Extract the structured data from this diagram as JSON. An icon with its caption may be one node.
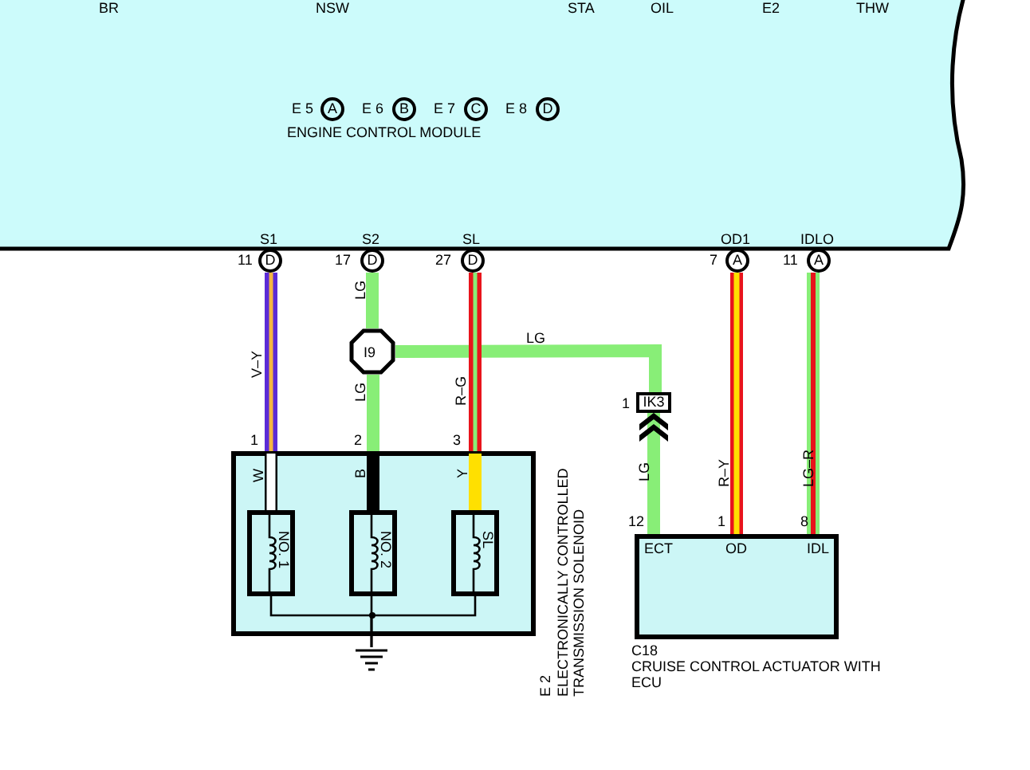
{
  "diagram": {
    "nodes": [
      {
        "text": [
          "E 5",
          "A",
          "E 6",
          "B",
          "E 7",
          "C",
          "E 8",
          "D",
          "ENGINE CONTROL MODULE",
          "S1",
          "S2",
          "SL",
          "OD1",
          "IDLO"
        ]
      },
      {
        "text": [
          "D"
        ],
        "beside": [
          "11"
        ]
      },
      {
        "text": [
          "D"
        ],
        "beside": [
          "17"
        ]
      },
      {
        "text": [
          "D"
        ],
        "beside": [
          "27"
        ]
      },
      {
        "text": [
          "A"
        ],
        "beside": [
          "7"
        ]
      },
      {
        "text": [
          "A"
        ],
        "beside": [
          "11"
        ]
      },
      {
        "text": [
          "I9"
        ]
      },
      {
        "text": [
          "IK3"
        ],
        "beside": [
          "1"
        ]
      },
      {
        "text": [
          "E 2",
          "ELECTRONICALLY CONTROLLED TRANSMISSION SOLENOID"
        ]
      },
      {
        "text": [
          "NO. 1"
        ],
        "in": 8
      },
      {
        "text": [
          "NO. 2"
        ],
        "in": 8
      },
      {
        "text": [
          "SL"
        ],
        "in": 8
      },
      {
        "text": [
          "C18",
          "CRUISE CONTROL ACTUATOR WITH ECU",
          "ECT",
          "OD",
          "IDL"
        ]
      },
      {
        "text": [],
        "shape": "ground"
      }
    ],
    "edges": [
      {
        "from": 1,
        "to": 9,
        "arrow": "none",
        "label": "V–Y",
        "color": "#5b2bd6"
      },
      {
        "from": 2,
        "to": 6,
        "arrow": "none",
        "label": "LG",
        "color": "#88ee77"
      },
      {
        "from": 6,
        "to": 10,
        "arrow": "none",
        "label": "LG",
        "color": "#88ee77"
      },
      {
        "from": 3,
        "to": 11,
        "arrow": "none",
        "label": "R–G",
        "color": "#e8141c"
      },
      {
        "from": 6,
        "to": 7,
        "arrow": "none",
        "label": "LG",
        "color": "#88ee77"
      },
      {
        "from": 12,
        "to": 7,
        "arrow": "to",
        "label": "LG",
        "color": "#88ee77"
      },
      {
        "from": 4,
        "to": 12,
        "arrow": "none",
        "label": "R–Y",
        "color": "#e8141c"
      },
      {
        "from": 5,
        "to": 12,
        "arrow": "none",
        "label": "LG–R",
        "color": "#88ee77"
      },
      {
        "from": 9,
        "to": 13,
        "arrow": "none",
        "color": "#000000"
      },
      {
        "from": 10,
        "to": 13,
        "arrow": "none",
        "color": "#000000"
      },
      {
        "from": 11,
        "to": 13,
        "arrow": "none",
        "color": "#000000"
      }
    ],
    "labels": [
      "BR",
      "NSW",
      "STA",
      "OIL",
      "E2",
      "THW",
      "1",
      "2",
      "3",
      "W",
      "B",
      "Y",
      "12",
      "1",
      "8"
    ]
  }
}
